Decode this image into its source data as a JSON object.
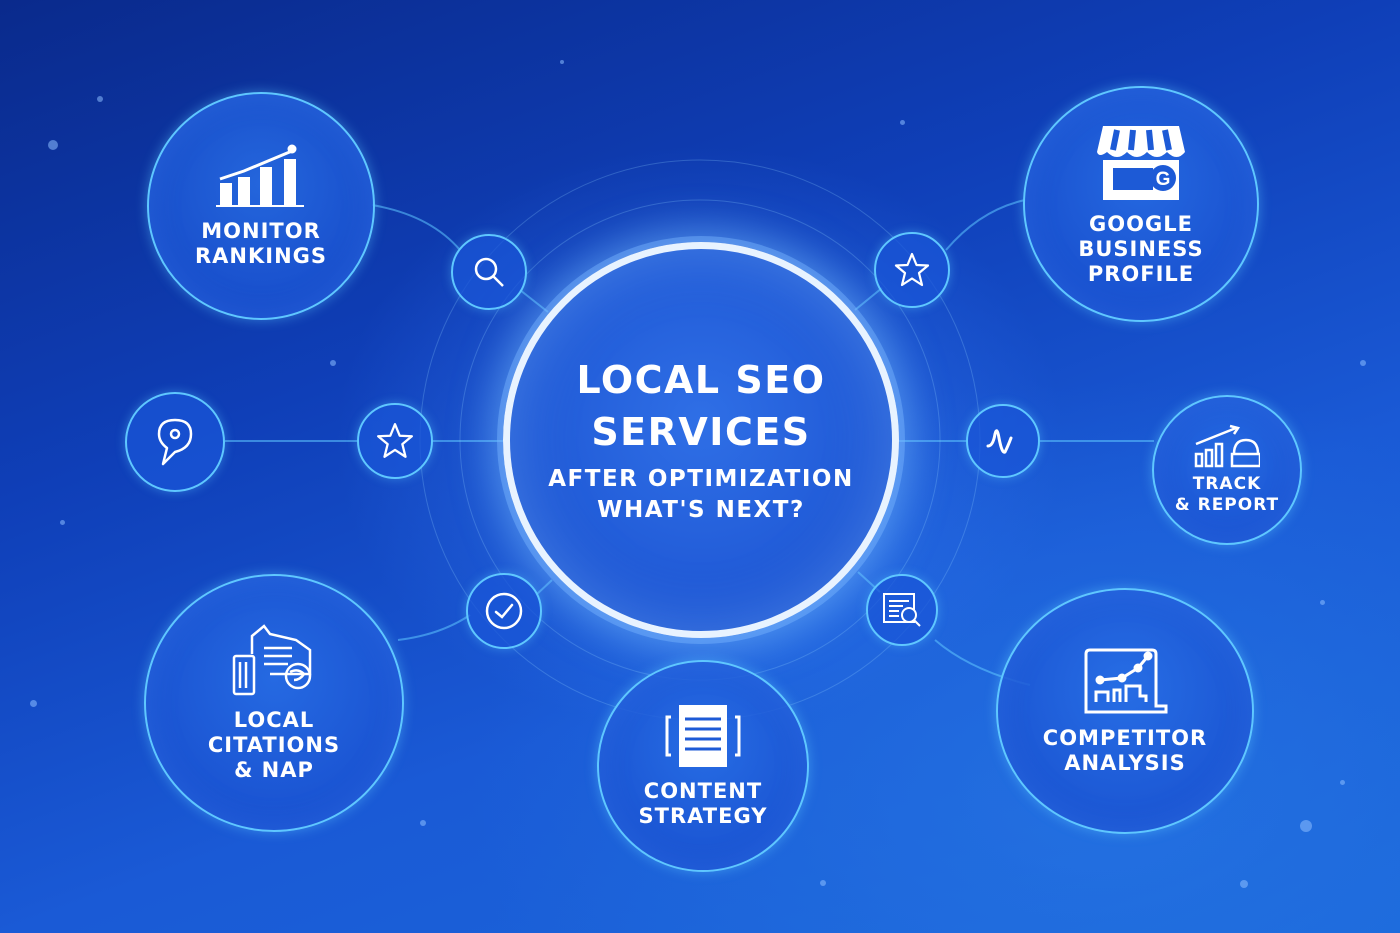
{
  "center": {
    "title": "LOCAL SEO\nSERVICES",
    "subtitle": "AFTER OPTIMIZATION\nWHAT'S NEXT?"
  },
  "nodes": [
    {
      "id": "monitor-rankings",
      "label": "MONITOR\nRANKINGS",
      "icon": "bar-chart-trend-icon"
    },
    {
      "id": "google-business-profile",
      "label": "GOOGLE\nBUSINESS\nPROFILE",
      "icon": "storefront-g-icon"
    },
    {
      "id": "track-report",
      "label": "TRACK\n& REPORT",
      "icon": "growth-chart-lock-icon"
    },
    {
      "id": "competitor-analysis",
      "label": "COMPETITOR\nANALYSIS",
      "icon": "analytics-dashboard-icon"
    },
    {
      "id": "content-strategy",
      "label": "CONTENT\nSTRATEGY",
      "icon": "document-list-icon"
    },
    {
      "id": "local-citations-nap",
      "label": "LOCAL\nCITATIONS\n& NAP",
      "icon": "citations-folder-icon"
    }
  ],
  "connectors": [
    {
      "id": "search",
      "icon": "search-icon"
    },
    {
      "id": "star-top-right",
      "icon": "star-icon"
    },
    {
      "id": "pulse",
      "icon": "pulse-icon"
    },
    {
      "id": "report-search",
      "icon": "report-search-icon"
    },
    {
      "id": "check",
      "icon": "check-circle-icon"
    },
    {
      "id": "star-left",
      "icon": "star-icon"
    },
    {
      "id": "location",
      "icon": "location-pin-icon"
    }
  ],
  "colors": {
    "background_dark": "#0a2a8c",
    "background_light": "#1b68da",
    "ring": "#5fc7ff",
    "center_ring": "#e8f3ff",
    "text": "#ffffff"
  }
}
